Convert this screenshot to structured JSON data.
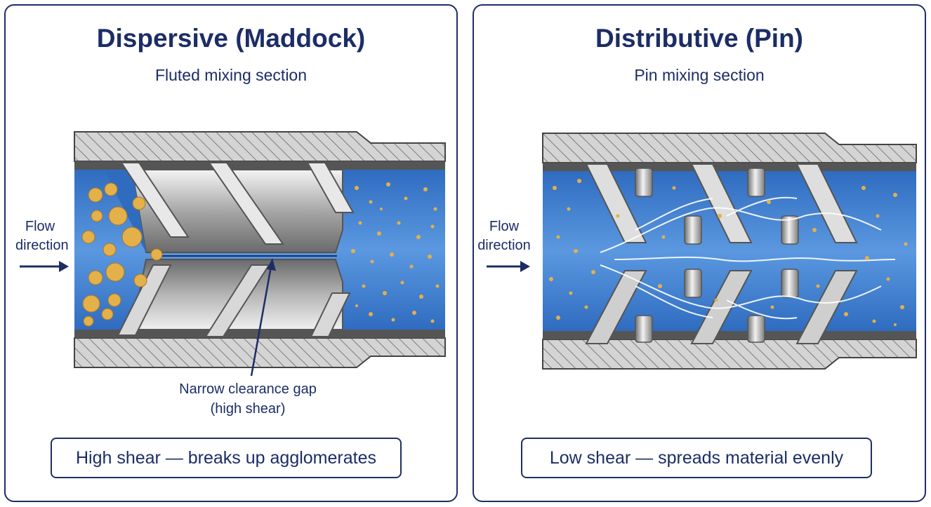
{
  "left_panel": {
    "title": "Dispersive (Maddock)",
    "subtitle": "Fluted mixing section",
    "flow_label_line1": "Flow",
    "flow_label_line2": "direction",
    "gap_label_line1": "Narrow clearance gap",
    "gap_label_line2": "(high shear)",
    "caption": "High shear — breaks up agglomerates"
  },
  "right_panel": {
    "title": "Distributive (Pin)",
    "subtitle": "Pin mixing section",
    "flow_label_line1": "Flow",
    "flow_label_line2": "direction",
    "caption": "Low shear — spreads material evenly"
  },
  "colors": {
    "border": "#1f2f63",
    "text": "#1c2d66",
    "melt": "#3f7fd4",
    "barrel": "#c8c8c8",
    "particle": "#e3b04a"
  }
}
